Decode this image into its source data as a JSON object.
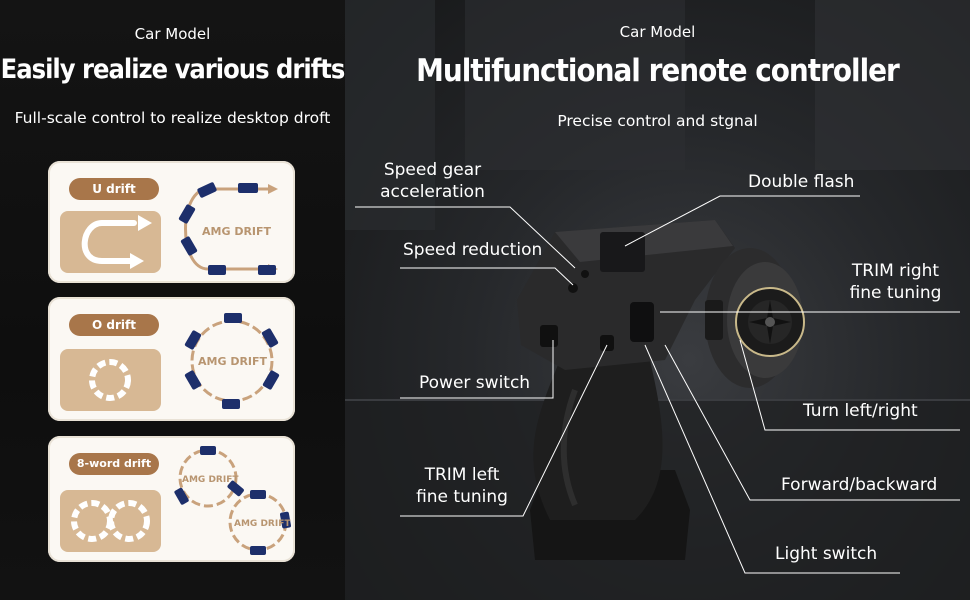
{
  "left_panel": {
    "eyebrow": "Car Model",
    "headline": "Easily realize various drifts",
    "subtitle": "Full-scale control to realize desktop droft",
    "cards": [
      {
        "badge": "U drift",
        "track_text": "AMG DRIFT"
      },
      {
        "badge": "O drift",
        "track_text": "AMG DRIFT"
      },
      {
        "badge": "8-word drift",
        "track_text_a": "AMG DRIFT",
        "track_text_b": "AMG DRIFT"
      }
    ]
  },
  "right_panel": {
    "eyebrow": "Car Model",
    "headline": "Multifunctional renote controller",
    "subtitle": "Precise control and stgnal",
    "callouts": {
      "speed_gear_1": "Speed gear",
      "speed_gear_2": "acceleration",
      "speed_reduction": "Speed reduction",
      "power_switch": "Power switch",
      "trim_left_1": "TRIM left",
      "trim_left_2": "fine tuning",
      "double_flash": "Double flash",
      "trim_right_1": "TRIM right",
      "trim_right_2": "fine tuning",
      "turn": "Turn left/right",
      "forward_backward": "Forward/backward",
      "light_switch": "Light switch"
    }
  },
  "colors": {
    "badge": "#a8764a",
    "tile": "#d7b894",
    "card_bg": "#fbf8f3",
    "track": "#c9a27c"
  }
}
